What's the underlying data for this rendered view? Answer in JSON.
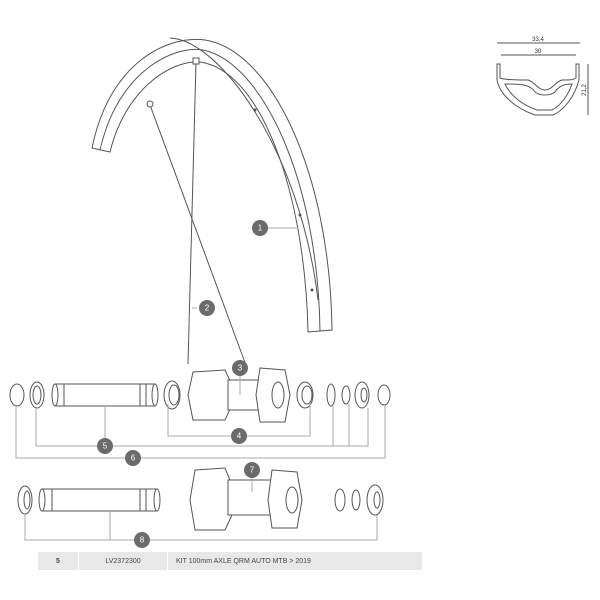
{
  "diagram": {
    "callouts": [
      "1",
      "2",
      "3",
      "4",
      "5",
      "6",
      "7",
      "8"
    ],
    "rim_profile": {
      "outer_width": "33,4",
      "inner_width": "30",
      "height": "21,2"
    }
  },
  "parts_table": {
    "rows": [
      {
        "ref": "5",
        "code": "LV2372300",
        "description": "KIT 100mm AXLE QRM AUTO MTB > 2019"
      }
    ]
  }
}
